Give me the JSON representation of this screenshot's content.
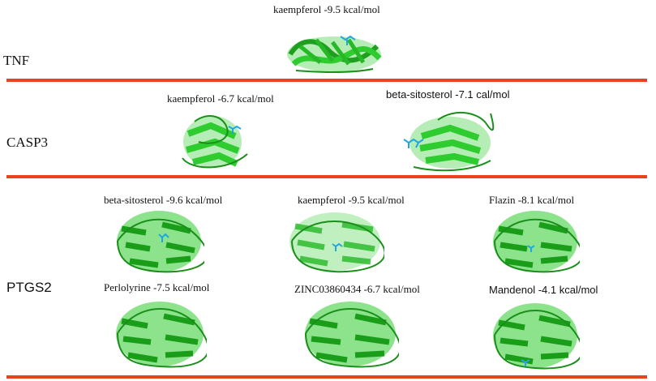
{
  "rows": [
    {
      "target": "TNF",
      "items": [
        {
          "ligand": "kaempferol -9.5 kcal/mol",
          "style": "serif"
        }
      ]
    },
    {
      "target": "CASP3",
      "items": [
        {
          "ligand": "kaempferol   -6.7 kcal/mol",
          "style": "serif"
        },
        {
          "ligand": "beta-sitosterol  -7.1 cal/mol",
          "style": "sans"
        }
      ]
    },
    {
      "target": "PTGS2",
      "items": [
        {
          "ligand": "beta-sitosterol  -9.6 kcal/mol",
          "style": "serif"
        },
        {
          "ligand": "kaempferol -9.5 kcal/mol",
          "style": "serif"
        },
        {
          "ligand": "Flazin  -8.1 kcal/mol",
          "style": "serif"
        },
        {
          "ligand": "Perlolyrine -7.5 kcal/mol",
          "style": "serif"
        },
        {
          "ligand": "ZINC03860434   -6.7 kcal/mol",
          "style": "serif"
        },
        {
          "ligand": "Mandenol -4.1 kcal/mol",
          "style": "sans"
        }
      ]
    }
  ],
  "colors": {
    "divider": "#e8431c",
    "protein": "#2ecc2e",
    "protein_dark": "#1a8f1a",
    "ligand": "#1fa8e0"
  }
}
